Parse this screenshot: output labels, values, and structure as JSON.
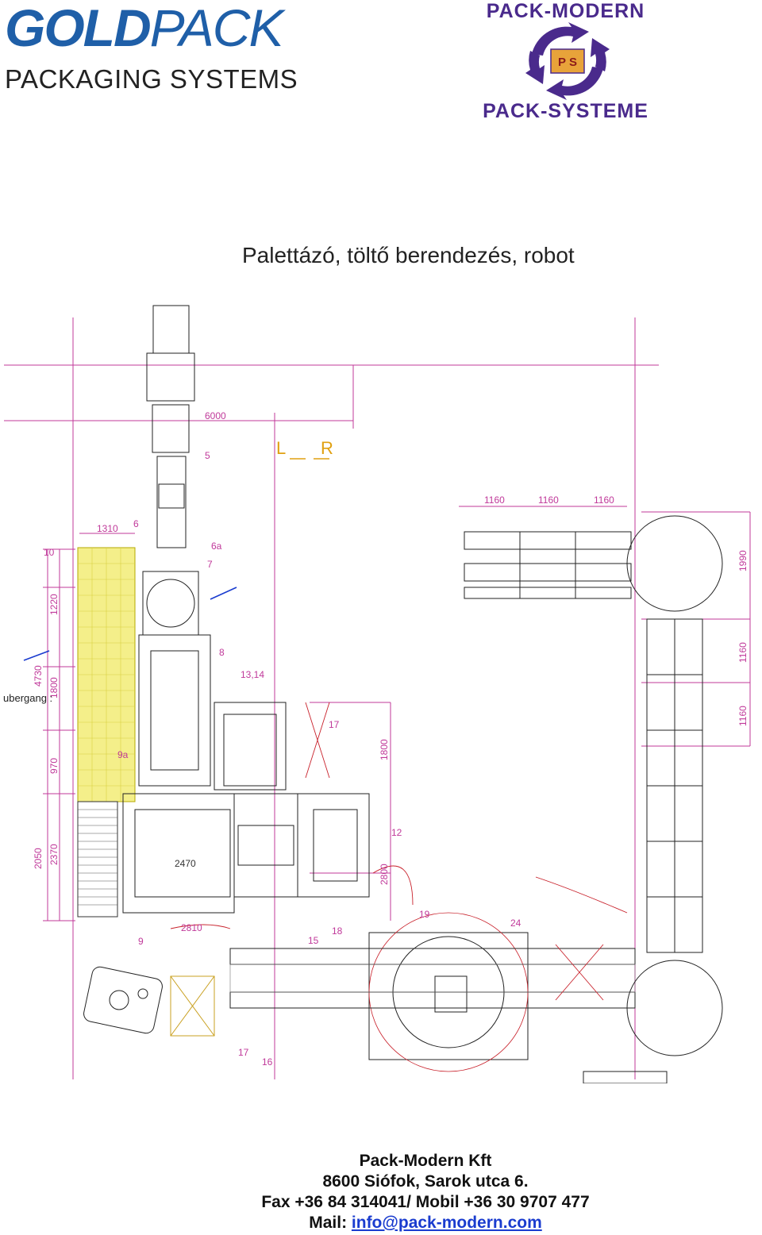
{
  "header": {
    "goldpack_logo": {
      "word1": "GOLD",
      "word2": "PACK",
      "tagline": "PACKAGING SYSTEMS"
    },
    "packmodern_logo": {
      "top_text": "PACK-MODERN",
      "bottom_text": "PACK-SYSTEME",
      "emblem_letters": "P S"
    }
  },
  "title": "Palettázó, töltő berendezés, robot",
  "drawing": {
    "dimensions": {
      "d6000": "6000",
      "d1310": "1310",
      "d1160a": "1160",
      "d1160b": "1160",
      "d1160c": "1160",
      "d1990": "1990",
      "d1160v1": "1160",
      "d1160v2": "1160",
      "d1220": "1220",
      "d4730": "4730",
      "d1800a": "1800",
      "d970": "970",
      "d2050": "2050",
      "d2370": "2370",
      "d2470": "2470",
      "d2810": "2810",
      "d1800b": "1800",
      "d2800": "2800"
    },
    "markers": {
      "m5": "5",
      "m6": "6",
      "m6a": "6a",
      "m7": "7",
      "m8": "8",
      "m9": "9",
      "m9a": "9a",
      "m10": "10",
      "m12": "12",
      "m1314": "13,14",
      "m15": "15",
      "m16": "16",
      "m17a": "17",
      "m17b": "17",
      "m18": "18",
      "m19": "19",
      "m24": "24"
    },
    "side_label": "ubergang :",
    "direction_left": "L",
    "direction_right": "R"
  },
  "footer": {
    "company": "Pack-Modern Kft",
    "address": "8600 Siófok, Sarok utca 6.",
    "phones": "Fax +36 84 314041/ Mobil +36 30 9707 477",
    "mail_label": "Mail: ",
    "mail_address": "info@pack-modern.com"
  },
  "colors": {
    "goldpack_blue": "#1f5fa8",
    "packmodern_purple": "#4a2a8c",
    "drawing_magenta": "#c0399a",
    "drawing_red": "#c8202a",
    "drawing_line": "#222222",
    "safety_zone_yellow": "#f4ef8a",
    "link_blue": "#1a3ccf"
  }
}
